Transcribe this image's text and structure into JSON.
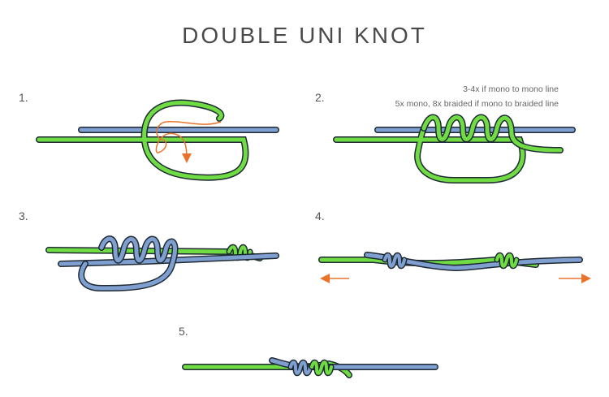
{
  "title": "DOUBLE UNI KNOT",
  "steps": [
    {
      "number": "1."
    },
    {
      "number": "2."
    },
    {
      "number": "3."
    },
    {
      "number": "4."
    },
    {
      "number": "5."
    }
  ],
  "notes": {
    "line1": "3-4x if mono to mono line",
    "line2": "5x mono, 8x braided if mono to braided line"
  },
  "colors": {
    "green_line": "#6fdc43",
    "blue_line": "#7f9fd0",
    "outline": "#1f2a33",
    "arrow": "#e8742c"
  }
}
